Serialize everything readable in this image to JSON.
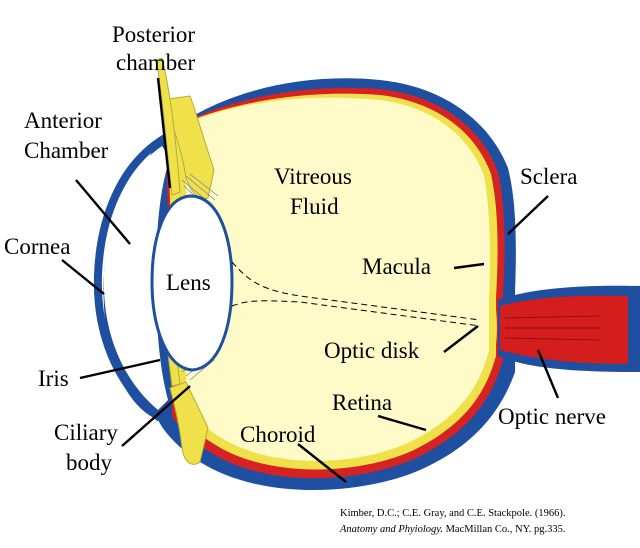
{
  "labels": {
    "posterior_chamber": [
      "Posterior",
      "chamber"
    ],
    "anterior_chamber": [
      "Anterior",
      "Chamber"
    ],
    "cornea": "Cornea",
    "lens": "Lens",
    "iris": "Iris",
    "ciliary_body": [
      "Ciliary",
      "body"
    ],
    "vitreous_fluid": [
      "Vitreous",
      "Fluid"
    ],
    "sclera": "Sclera",
    "macula": "Macula",
    "optic_disk": "Optic disk",
    "retina": "Retina",
    "choroid": "Choroid",
    "optic_nerve": "Optic nerve"
  },
  "citation": {
    "line1": "Kimber, D.C.; C.E. Gray, and C.E. Stackpole. (1966).",
    "title": "Anatomy and Phyiology.",
    "line2_rest": " MacMillan Co., NY. pg.335."
  },
  "colors": {
    "sclera": "#1f4fa0",
    "choroid": "#d62222",
    "retina": "#f0e14a",
    "vitreous": "#fefbc8",
    "optic_nerve": "#d41e1e",
    "lens_outline": "#1f4fa0"
  }
}
